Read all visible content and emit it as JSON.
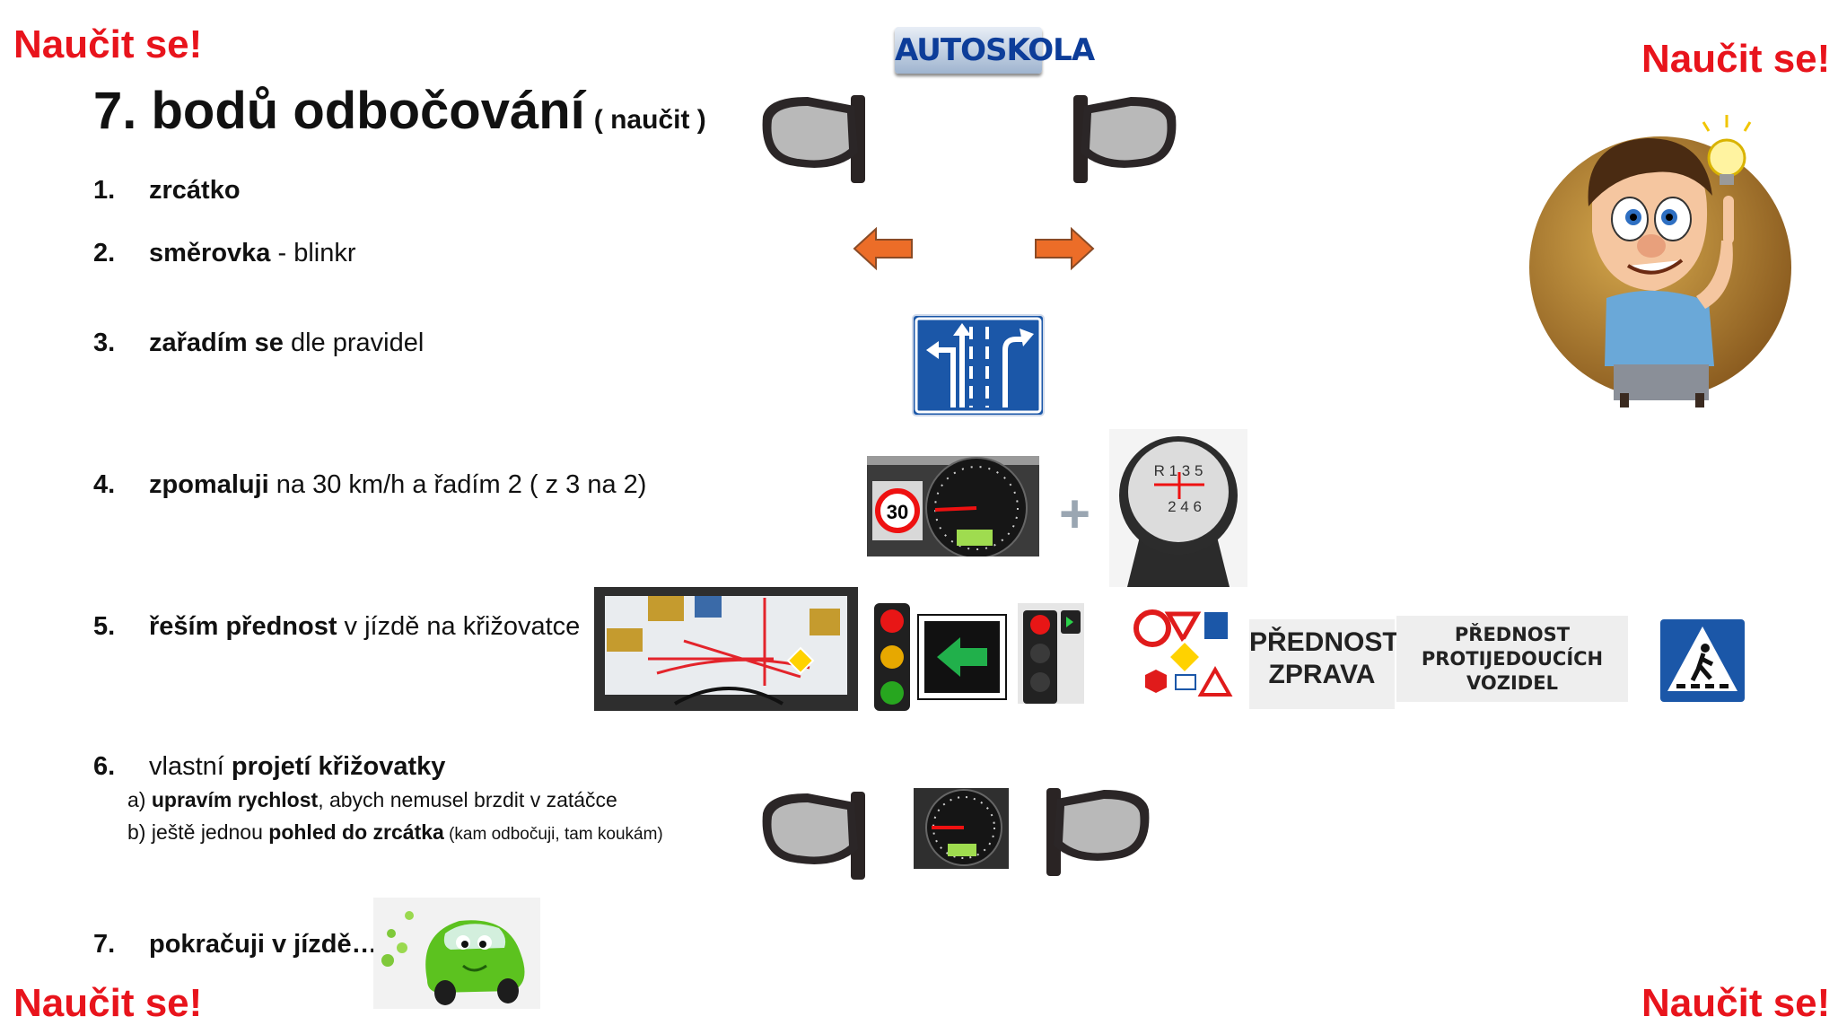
{
  "corners": {
    "top_left": "Naučit se!",
    "top_right": "Naučit se!",
    "bottom_left": "Naučit se!",
    "bottom_right": "Naučit se!"
  },
  "logo": {
    "text": "AUTOSKOLA"
  },
  "title": {
    "main": "7. bodů odbočování",
    "note": "( naučit )"
  },
  "steps": [
    {
      "num": "1.",
      "bold": "zrcátko",
      "rest": ""
    },
    {
      "num": "2.",
      "bold": "směrovka",
      "rest": " - blinkr"
    },
    {
      "num": "3.",
      "bold": "zařadím se",
      "rest": " dle pravidel"
    },
    {
      "num": "4.",
      "bold": "zpomaluji",
      "rest": " na 30 km/h a řadím 2 ( z 3 na 2)"
    },
    {
      "num": "5.",
      "bold": "řeším přednost",
      "rest": " v jízdě na křižovatce"
    },
    {
      "num": "6.",
      "pre": "vlastní ",
      "bold": "projetí křižovatky"
    },
    {
      "num": "7.",
      "bold": "pokračuji v jízdě…",
      "rest": ""
    }
  ],
  "substeps": {
    "a": {
      "label": "a)",
      "bold": "upravím rychlost",
      "rest": ", abych nemusel brzdit v zatáčce"
    },
    "b": {
      "label": "b)",
      "pre": "ještě jednou ",
      "bold": "pohled do zrcátka",
      "small": " (kam odbočuji, tam koukám)"
    }
  },
  "speed_sign": "30",
  "gear_labels": {
    "top": "R 1 3 5",
    "bottom": "2 4 6"
  },
  "plus": "+",
  "priority_right": {
    "line1": "PŘEDNOST",
    "line2": "ZPRAVA"
  },
  "priority_oncoming": {
    "line1": "PŘEDNOST",
    "line2": "PROTIJEDOUCÍCH",
    "line3": "VOZIDEL"
  },
  "colors": {
    "accent_red": "#e8141c",
    "arrow_orange": "#ec6d28",
    "sign_blue": "#1b57a8"
  }
}
